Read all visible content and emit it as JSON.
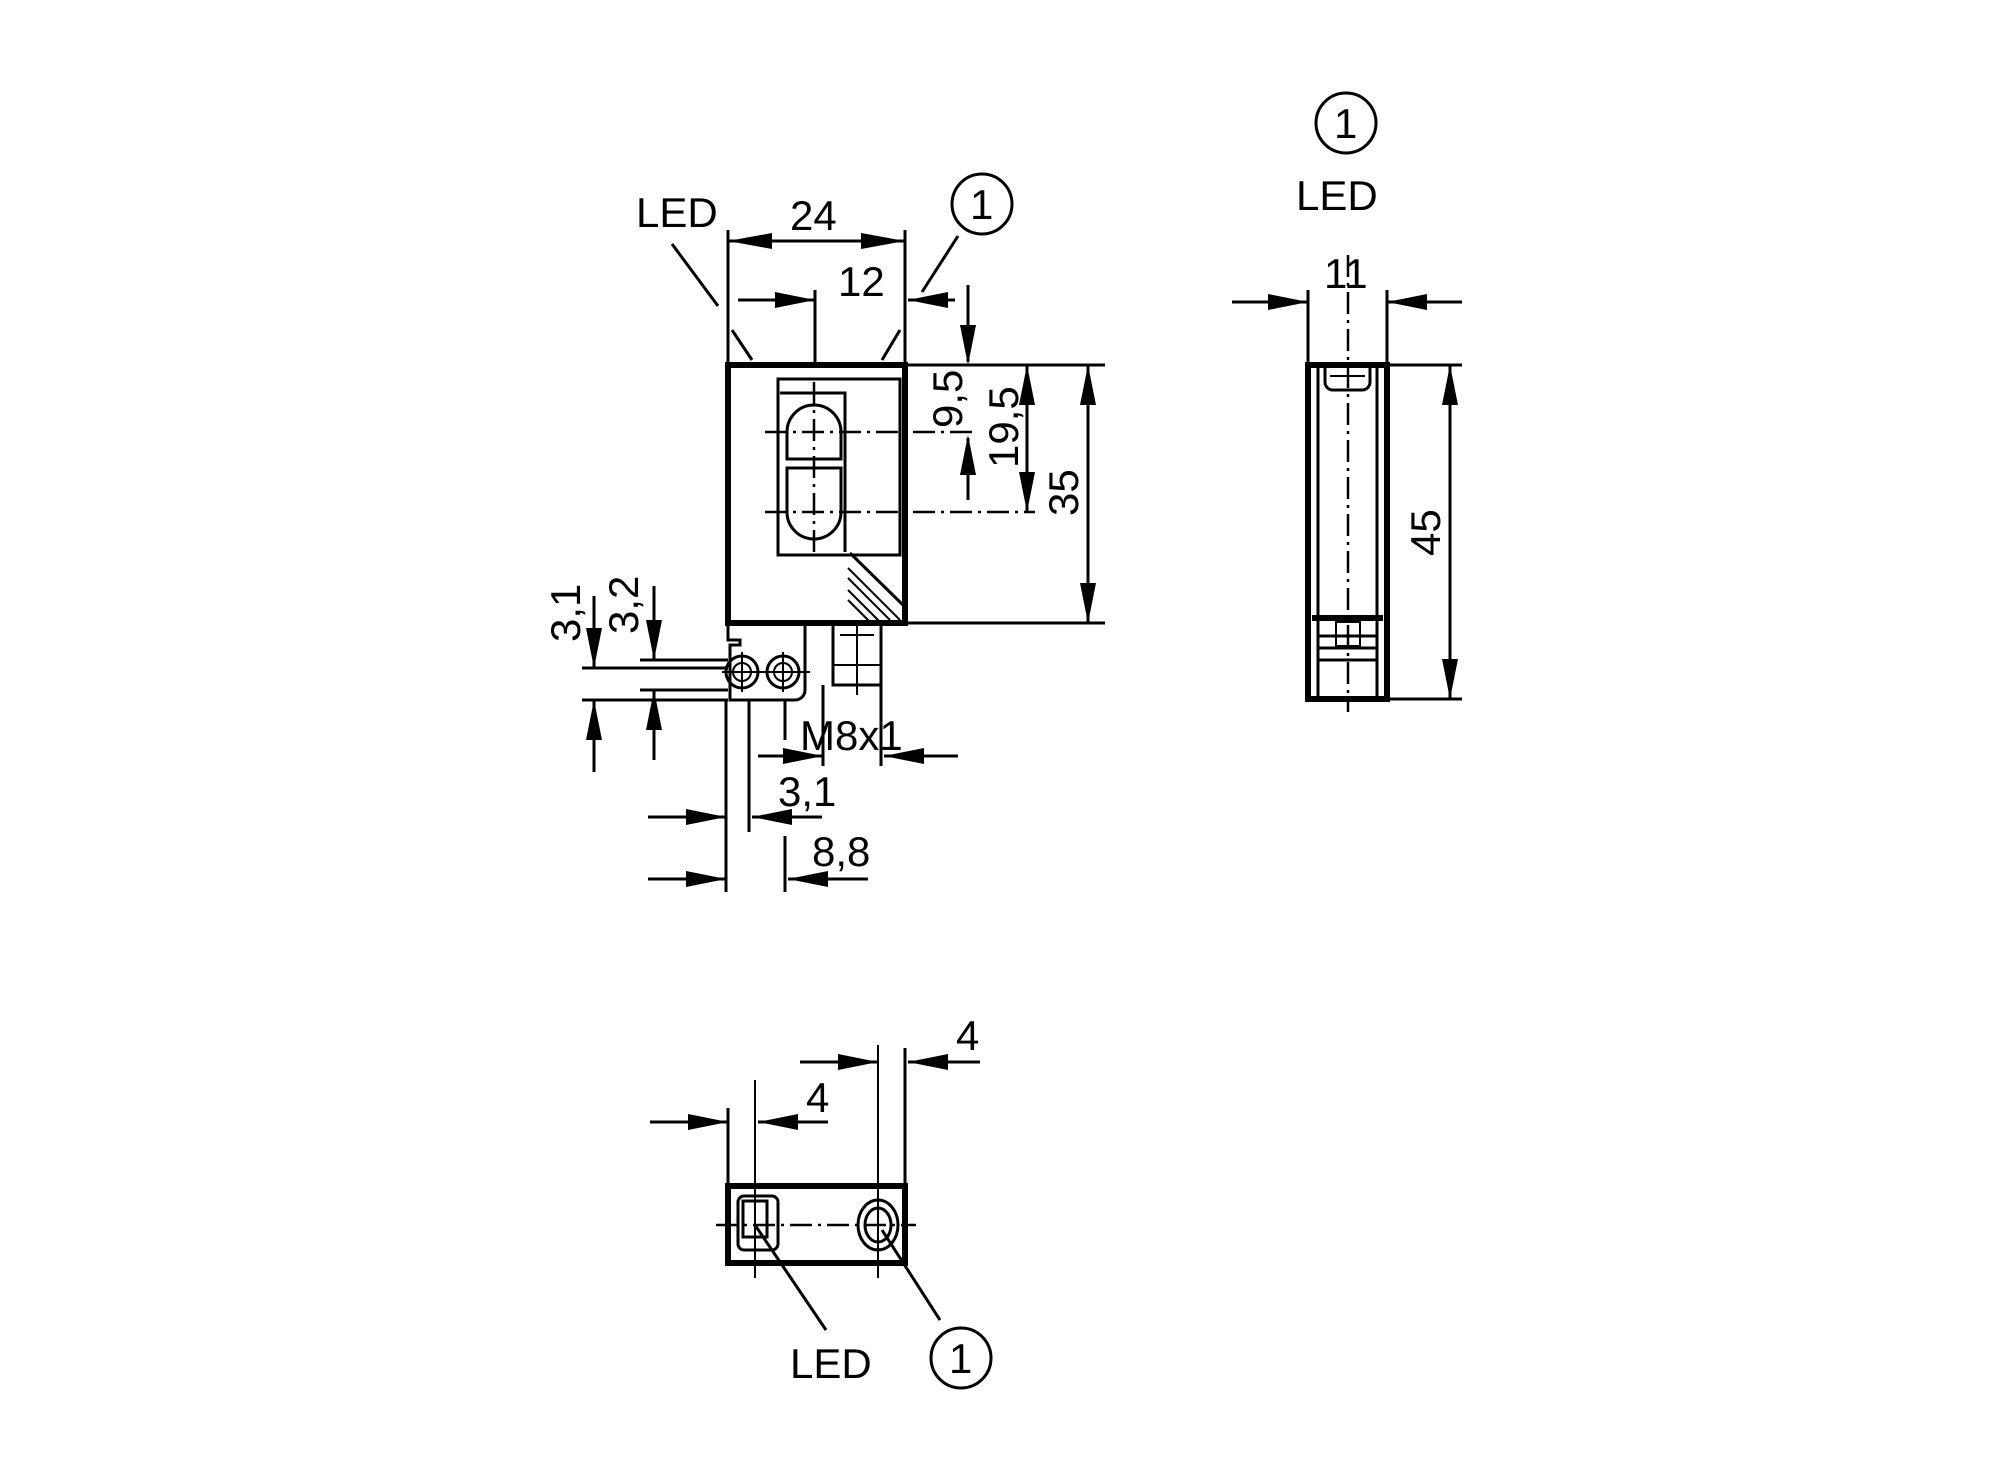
{
  "drawing": {
    "title": "Sensor dimension drawing",
    "units": "mm",
    "callout_marker": "1",
    "views": {
      "front": {
        "labels": {
          "led": "LED",
          "callout": "1"
        },
        "dimensions": {
          "width": "24",
          "center_offset": "12",
          "lens1_from_top": "9,5",
          "lens2_from_top": "19,5",
          "height": "35",
          "mount_offset_a": "3,1",
          "mount_offset_b": "3,2",
          "connector_thread": "M8x1",
          "hole_spacing": "3,1",
          "connector_offset": "8,8"
        }
      },
      "side": {
        "labels": {
          "led": "LED",
          "callout": "1"
        },
        "dimensions": {
          "depth": "11",
          "height": "45"
        }
      },
      "top": {
        "labels": {
          "led": "LED",
          "callout": "1"
        },
        "dimensions": {
          "led_offset": "4",
          "emitter_offset": "4"
        }
      }
    }
  }
}
